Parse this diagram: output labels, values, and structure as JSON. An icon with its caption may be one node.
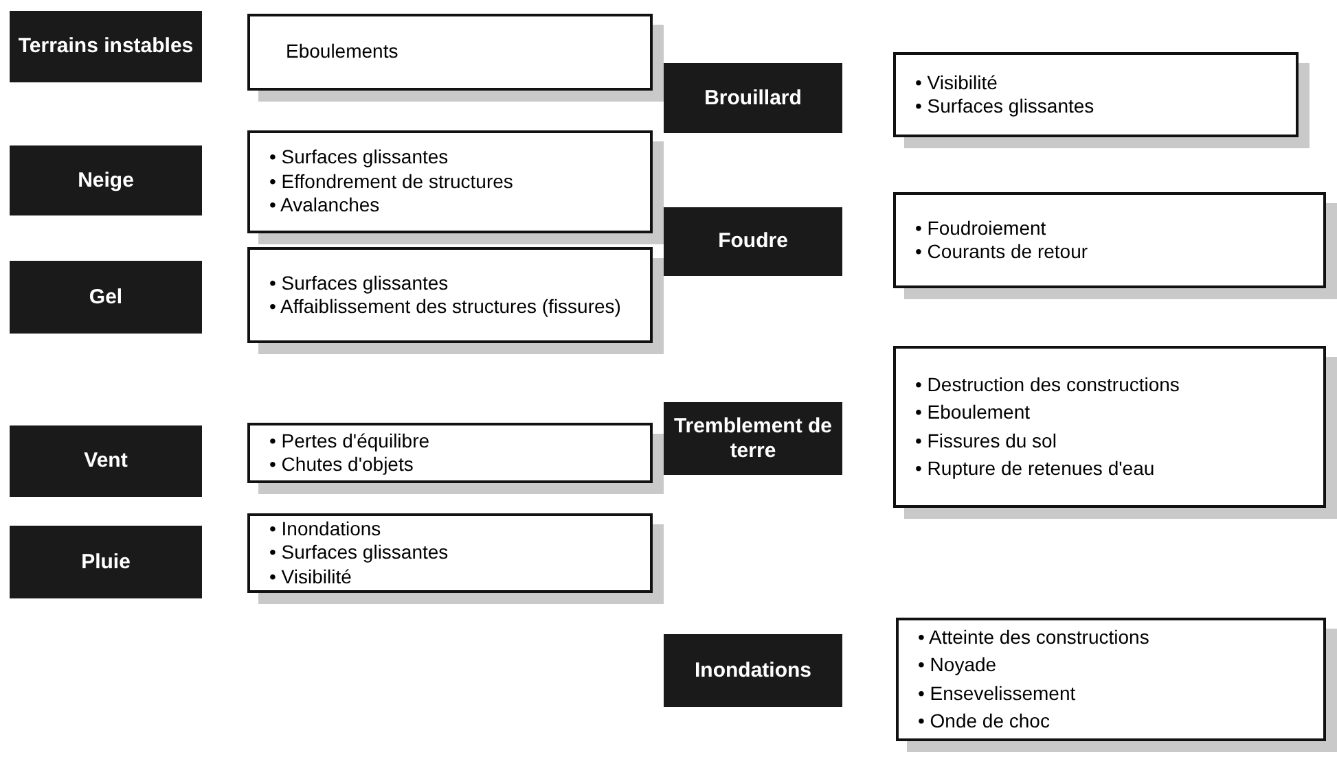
{
  "diagram": {
    "nodes": [
      {
        "text": [
          "Terrains instables"
        ]
      },
      {
        "text": [
          "Eboulements"
        ]
      },
      {
        "text": [
          "Brouillard"
        ]
      },
      {
        "text": [
          "• Visibilité",
          "• Surfaces glissantes"
        ]
      },
      {
        "text": [
          "Neige"
        ]
      },
      {
        "text": [
          "• Surfaces glissantes",
          "• Effondrement de structures",
          "• Avalanches"
        ]
      },
      {
        "text": [
          "Foudre"
        ]
      },
      {
        "text": [
          "• Foudroiement",
          "• Courants de retour"
        ]
      },
      {
        "text": [
          "Gel"
        ]
      },
      {
        "text": [
          "• Surfaces glissantes",
          "• Affaiblissement des structures (fissures)"
        ]
      },
      {
        "text": [
          "Tremblement de terre"
        ]
      },
      {
        "text": [
          "• Destruction des constructions",
          "• Eboulement",
          "• Fissures du sol",
          "• Rupture de retenues d'eau"
        ]
      },
      {
        "text": [
          "Vent"
        ]
      },
      {
        "text": [
          "• Pertes d'équilibre",
          "• Chutes d'objets"
        ]
      },
      {
        "text": [
          "Pluie"
        ]
      },
      {
        "text": [
          "• Inondations",
          "• Surfaces glissantes",
          "• Visibilité"
        ]
      },
      {
        "text": [
          "Inondations"
        ]
      },
      {
        "text": [
          "• Atteinte des constructions",
          "• Noyade",
          "• Ensevelissement",
          "• Onde de choc"
        ]
      }
    ]
  }
}
